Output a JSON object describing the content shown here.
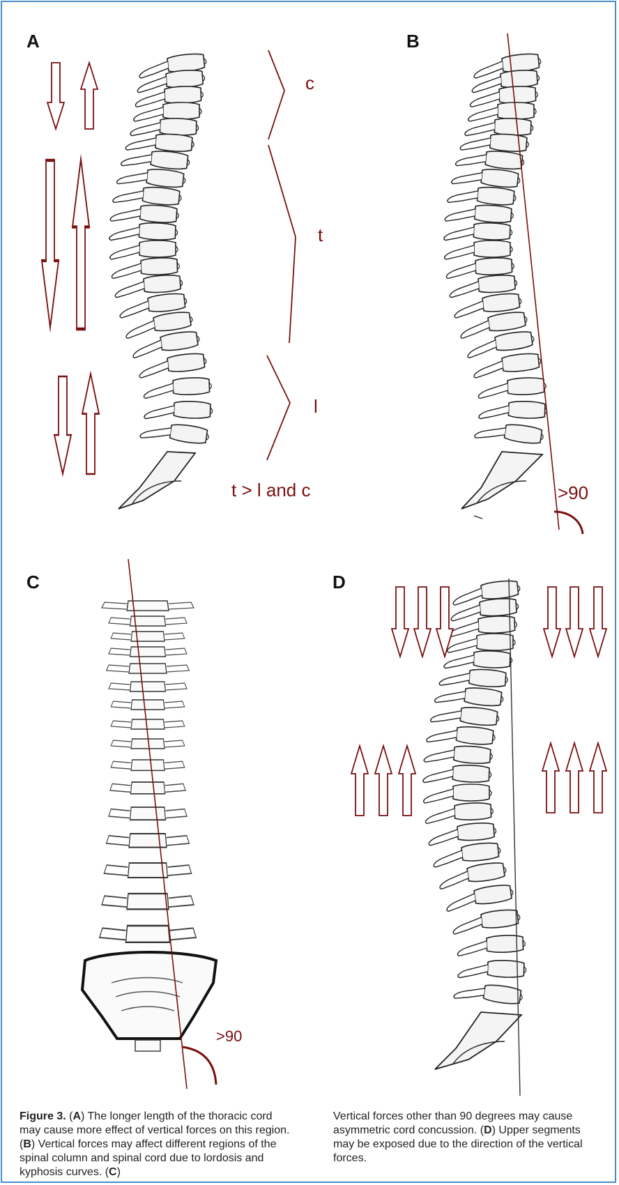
{
  "panels": {
    "A": {
      "letter": "A",
      "region_c": "c",
      "region_t": "t",
      "region_l": "l",
      "relation": "t > l and c"
    },
    "B": {
      "letter": "B",
      "angle": ">90"
    },
    "C": {
      "letter": "C",
      "angle": ">90"
    },
    "D": {
      "letter": "D"
    }
  },
  "caption": {
    "figure_label": "Figure 3.",
    "col1": [
      {
        "t": " ("
      },
      {
        "b": "A"
      },
      {
        "t": ") The longer length of the thoracic cord may cause more effect of vertical forces on this region. ("
      },
      {
        "b": "B"
      },
      {
        "t": ") Vertical forces may affect different regions of the spinal column and spinal cord due to lordosis and kyphosis curves. ("
      },
      {
        "b": "C"
      },
      {
        "t": ")"
      }
    ],
    "col2": [
      {
        "t": "Vertical forces other than 90 degrees may cause asymmetric cord concussion. ("
      },
      {
        "b": "D"
      },
      {
        "t": ") Upper segments may be exposed due to the direction of the vertical forces."
      }
    ]
  },
  "colors": {
    "frame": "#4a8ec8",
    "force": "#7a0f0f",
    "bone": "#222222"
  }
}
